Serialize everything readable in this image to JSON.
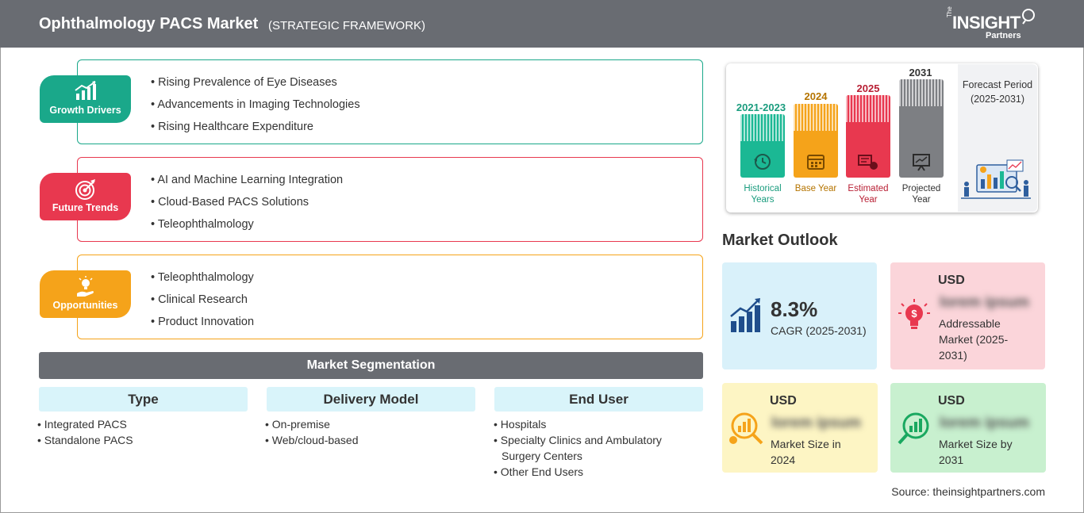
{
  "header": {
    "title": "Ophthalmology PACS Market",
    "subtitle": "(STRATEGIC FRAMEWORK)",
    "logo": {
      "the": "The",
      "insight": "INSIGHT",
      "partners": "Partners"
    }
  },
  "framework": {
    "growth_drivers": {
      "label": "Growth Drivers",
      "color": "#1aa88a",
      "items": [
        "Rising Prevalence of Eye Diseases",
        "Advancements in Imaging Technologies",
        "Rising Healthcare Expenditure"
      ]
    },
    "future_trends": {
      "label": "Future Trends",
      "color": "#e8384f",
      "items": [
        "AI and Machine Learning Integration",
        "Cloud-Based PACS Solutions",
        "Teleophthalmology"
      ]
    },
    "opportunities": {
      "label": "Opportunities",
      "color": "#f5a31a",
      "items": [
        "Teleophthalmology",
        "Clinical Research",
        "Product Innovation"
      ]
    }
  },
  "segmentation": {
    "title": "Market Segmentation",
    "columns": [
      {
        "heading": "Type",
        "items": [
          "Integrated PACS",
          "Standalone PACS"
        ]
      },
      {
        "heading": "Delivery Model",
        "items": [
          "On-premise",
          "Web/cloud-based"
        ]
      },
      {
        "heading": "End User",
        "items": [
          "Hospitals",
          "Specialty Clinics and Ambulatory Surgery Centers",
          "Other End Users"
        ]
      }
    ]
  },
  "timeline": {
    "periods": [
      {
        "year": "2021-2023",
        "caption": "Historical Years",
        "color": "#1bb894",
        "text_color": "#1a9c7e"
      },
      {
        "year": "2024",
        "caption": "Base Year",
        "color": "#f5a31a",
        "text_color": "#b57400"
      },
      {
        "year": "2025",
        "caption": "Estimated Year",
        "color": "#e8384f",
        "text_color": "#b81e33"
      },
      {
        "year": "2031",
        "caption": "Projected Year",
        "color": "#7d7f83",
        "text_color": "#333333"
      }
    ],
    "forecast": {
      "title": "Forecast Period",
      "range": "(2025-2031)"
    }
  },
  "outlook": {
    "title": "Market Outlook",
    "cagr": {
      "value": "8.3%",
      "label": "CAGR (2025-2031)",
      "bg": "#d9f1fa"
    },
    "addressable": {
      "currency": "USD",
      "value": "lorem ipsum",
      "label": "Addressable Market (2025-2031)",
      "bg": "#fbd5da"
    },
    "size_2024": {
      "currency": "USD",
      "value": "lorem ipsum",
      "label": "Market Size in 2024",
      "bg": "#fdf5c4"
    },
    "size_2031": {
      "currency": "USD",
      "value": "lorem ipsum",
      "label": "Market Size by 2031",
      "bg": "#c8f0cf"
    }
  },
  "source": "Source: theinsightpartners.com"
}
